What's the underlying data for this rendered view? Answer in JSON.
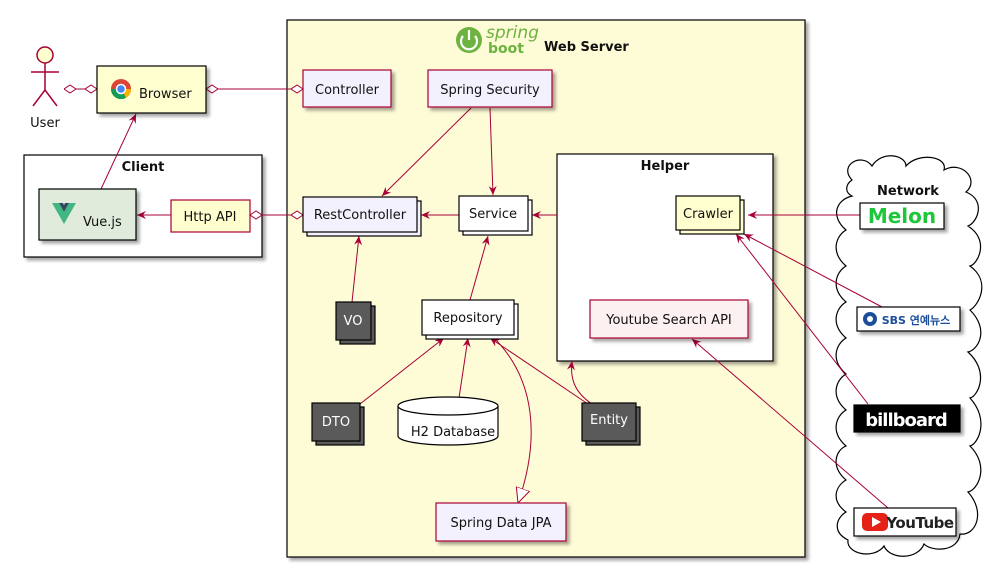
{
  "title": "Web Server",
  "logo_text": {
    "line1": "spring",
    "line2": "boot"
  },
  "actor": "User",
  "browser": "Browser",
  "client": {
    "title": "Client",
    "vue": "Vue.js",
    "http_api": "Http API"
  },
  "server": {
    "controller": "Controller",
    "spring_security": "Spring Security",
    "rest_controller": "RestController",
    "service": "Service",
    "vo": "VO",
    "repository": "Repository",
    "dto": "DTO",
    "h2": "H2 Database",
    "entity": "Entity",
    "spring_data_jpa": "Spring Data JPA"
  },
  "helper": {
    "title": "Helper",
    "crawler": "Crawler",
    "youtube_search_api": "Youtube Search API"
  },
  "network": {
    "title": "Network",
    "melon": "Melon",
    "sbs": "SBS 연예뉴스",
    "billboard": "billboard",
    "youtube": "YouTube"
  },
  "colors": {
    "edge": "#a80036",
    "server_bg": "#fefbd7",
    "component_bg": "#f2f1fd",
    "dark_box": "#5a5a5a",
    "client_box": "#e1ebdc",
    "http_api_bg": "#fefecf",
    "youtube_api_bg": "#fdf0f0",
    "melon_green": "#1ec73a",
    "youtube_red": "#e62117",
    "sbs_blue": "#1b4e9a"
  }
}
